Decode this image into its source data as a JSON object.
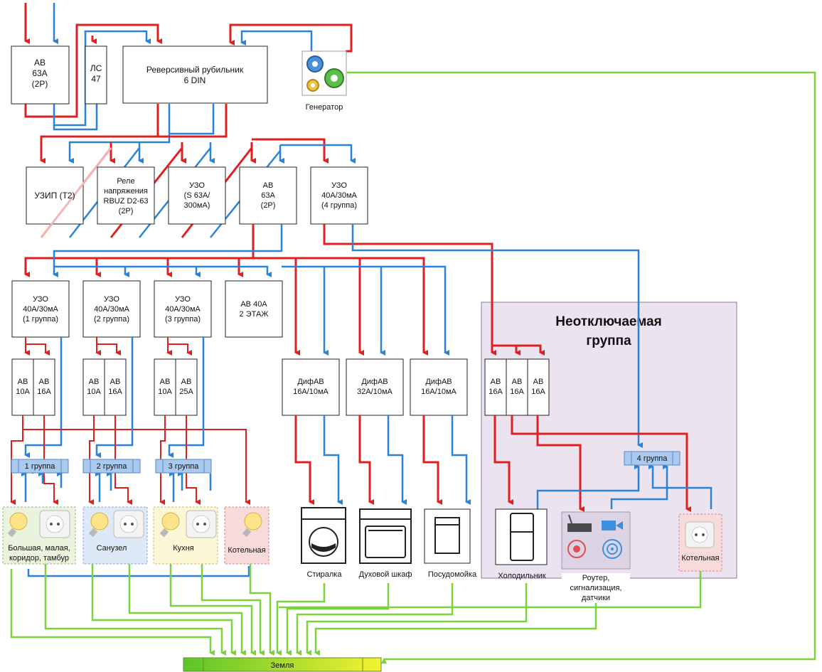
{
  "boxes": {
    "av63_top": [
      "АВ",
      "63А",
      "(2Р)"
    ],
    "ls47": [
      "ЛС",
      "47"
    ],
    "reversing_switch": [
      "Реверсивный рубильник",
      "6 DIN"
    ],
    "generator_label": "Генератор",
    "uzip": "УЗИП (Т2)",
    "voltage_relay": [
      "Реле",
      "напряжения",
      "RBUZ D2-63",
      "(2Р)"
    ],
    "uzo_main": [
      "УЗО",
      "(S 63А/",
      "300мА)"
    ],
    "av63_mid": [
      "АВ",
      "63А",
      "(2Р)"
    ],
    "uzo_group4": [
      "УЗО",
      "40А/30мА",
      "(4 группа)"
    ],
    "uzo_g1": [
      "УЗО",
      "40А/30мА",
      "(1 группа)"
    ],
    "uzo_g2": [
      "УЗО",
      "40А/30мА",
      "(2 группа)"
    ],
    "uzo_g3": [
      "УЗО",
      "40А/30мА",
      "(3 группа)"
    ],
    "av40_floor2": [
      "АВ 40А",
      "2 ЭТАЖ"
    ],
    "difav1": [
      "ДифАВ",
      "16А/10мА"
    ],
    "difav2": [
      "ДифАВ",
      "32А/10мА"
    ],
    "difav3": [
      "ДифАВ",
      "16А/10мА"
    ],
    "breakers_g1": [
      [
        "АВ",
        "10А"
      ],
      [
        "АВ",
        "16А"
      ]
    ],
    "breakers_g2": [
      [
        "АВ",
        "10А"
      ],
      [
        "АВ",
        "16А"
      ]
    ],
    "breakers_g3": [
      [
        "АВ",
        "10А"
      ],
      [
        "АВ",
        "25А"
      ]
    ],
    "breakers_g4": [
      [
        "АВ",
        "16А"
      ],
      [
        "АВ",
        "16А"
      ],
      [
        "АВ",
        "16А"
      ]
    ]
  },
  "buses": {
    "g1": "1 группа",
    "g2": "2 группа",
    "g3": "3 группа",
    "g4": "4 группа"
  },
  "uninterruptible_title": [
    "Неотключаемая",
    "группа"
  ],
  "consumers": {
    "rooms1": [
      "Большая, малая,",
      "коридор, тамбур"
    ],
    "bathroom": "Санузел",
    "kitchen": "Кухня",
    "boiler": "Котельная",
    "washer": "Стиралка",
    "oven": "Духовой шкаф",
    "dishwasher": "Посудомойка",
    "fridge": "Холодильник",
    "router": [
      "Роутер,",
      "сигнализация,",
      "датчики"
    ],
    "boiler2": "Котельная"
  },
  "ground_label": "Земля",
  "colors": {
    "phase": "#e02020",
    "neutral": "#2a83d8",
    "ground": "#7bd23a",
    "bus_fill": "#a9c9ef",
    "group_bg": "#ebe3ef"
  }
}
